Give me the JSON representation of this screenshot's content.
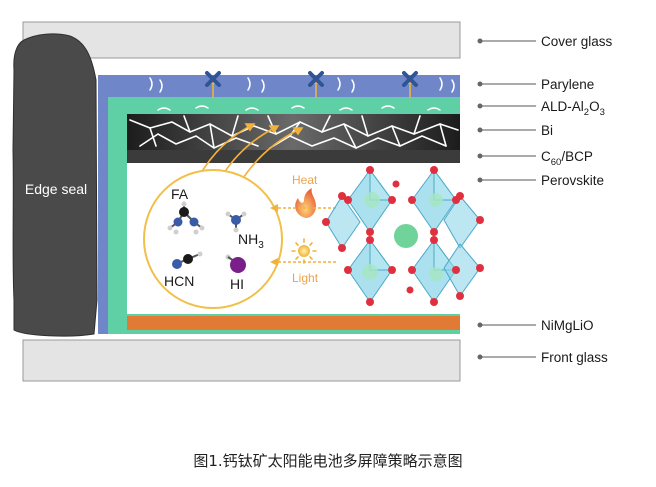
{
  "layers": [
    {
      "id": "cover",
      "sub": "",
      "label": "Cover glass",
      "color": "#e4e4e4"
    },
    {
      "id": "parylene",
      "sub": "",
      "label": "Parylene",
      "color": "#6f86c8"
    },
    {
      "id": "ald",
      "sub": "2",
      "label": "ALD-Al",
      "label_tail": "O",
      "sub2": "3",
      "color": "#5fcfa6"
    },
    {
      "id": "bi",
      "sub": "",
      "label": "Bi",
      "color": "#2e2e2e"
    },
    {
      "id": "c60",
      "label": "C",
      "sub": "60",
      "label_tail": "/BCP",
      "color": "#3b3b3b"
    },
    {
      "id": "perovskite",
      "sub": "",
      "label": "Perovskite",
      "color": "#ffffff"
    },
    {
      "id": "nimglio",
      "sub": "",
      "label": "NiMgLiO",
      "color": "#e07a34"
    },
    {
      "id": "front",
      "sub": "",
      "label": "Front glass",
      "color": "#e4e4e4"
    }
  ],
  "edge_seal": "Edge seal",
  "molecules": {
    "fa": "FA",
    "nh3": "NH",
    "nh3_sub": "3",
    "hcn": "HCN",
    "hi": "HI"
  },
  "stimuli": {
    "heat": "Heat",
    "light": "Light"
  },
  "caption": "图1.钙钛矿太阳能电池多屏障策略示意图",
  "colors": {
    "edge_seal": "#4a4a4a",
    "accent_gold": "#f2b13a",
    "octahedra": "#8fd6ea",
    "o_atom": "#e0303f",
    "cation": "#6fd39a",
    "cross": "#2f5596"
  }
}
